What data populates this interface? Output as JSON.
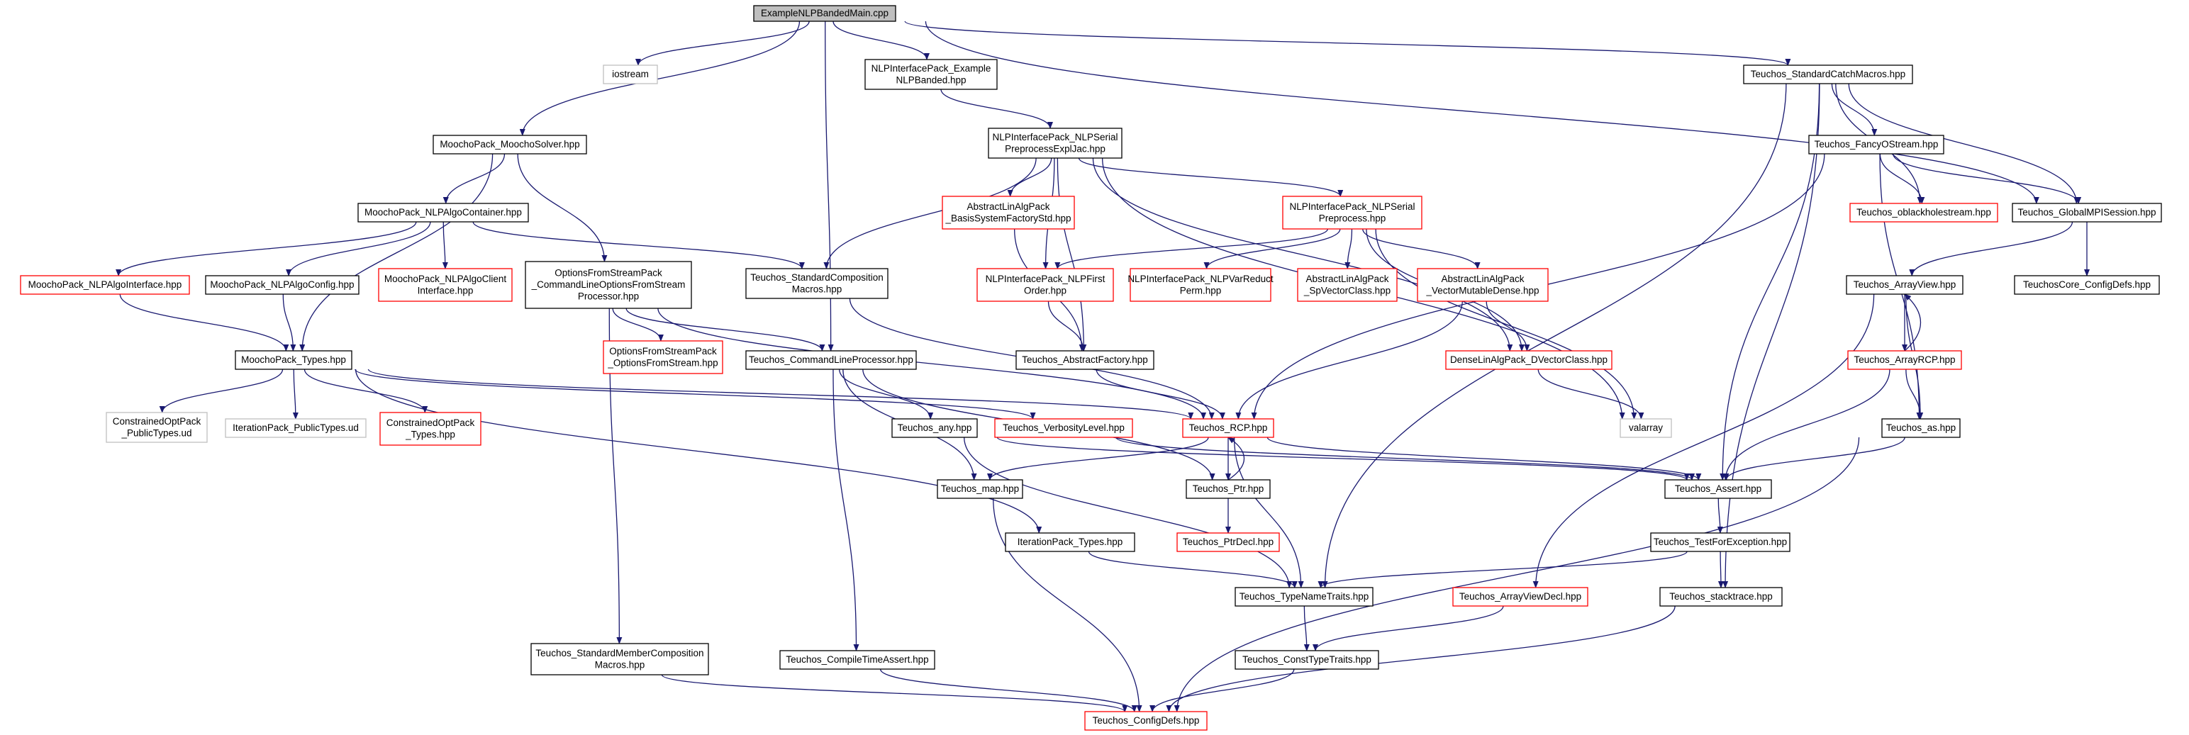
{
  "colors": {
    "edge": "#191970",
    "box_plain": "#000000",
    "box_red": "#ff0000",
    "box_gray": "#bfbfbf",
    "root_fill": "#bfbfbf"
  },
  "nodes": [
    {
      "id": "root",
      "style": "root",
      "lines": [
        "ExampleNLPBandedMain.cpp"
      ]
    },
    {
      "id": "iostream",
      "style": "gray",
      "lines": [
        "iostream"
      ]
    },
    {
      "id": "nlpif_example",
      "style": "plain",
      "lines": [
        "NLPInterfacePack_Example",
        "NLPBanded.hpp"
      ]
    },
    {
      "id": "std_catch",
      "style": "plain",
      "lines": [
        "Teuchos_StandardCatchMacros.hpp"
      ]
    },
    {
      "id": "moocho_solver",
      "style": "plain",
      "lines": [
        "MoochoPack_MoochoSolver.hpp"
      ]
    },
    {
      "id": "nlpif_serial_expl",
      "style": "plain",
      "lines": [
        "NLPInterfacePack_NLPSerial",
        "PreprocessExplJac.hpp"
      ]
    },
    {
      "id": "fancy_ostream",
      "style": "plain",
      "lines": [
        "Teuchos_FancyOStream.hpp"
      ]
    },
    {
      "id": "nlp_algo_container",
      "style": "plain",
      "lines": [
        "MoochoPack_NLPAlgoContainer.hpp"
      ]
    },
    {
      "id": "abslinalg_basis",
      "style": "red",
      "lines": [
        "AbstractLinAlgPack",
        "_BasisSystemFactoryStd.hpp"
      ]
    },
    {
      "id": "nlpif_serial_pre",
      "style": "red",
      "lines": [
        "NLPInterfacePack_NLPSerial",
        "Preprocess.hpp"
      ]
    },
    {
      "id": "oblackhole",
      "style": "red",
      "lines": [
        "Teuchos_oblackholestream.hpp"
      ]
    },
    {
      "id": "global_mpi",
      "style": "plain",
      "lines": [
        "Teuchos_GlobalMPISession.hpp"
      ]
    },
    {
      "id": "nlp_algo_interface",
      "style": "red",
      "lines": [
        "MoochoPack_NLPAlgoInterface.hpp"
      ]
    },
    {
      "id": "nlp_algo_config",
      "style": "plain",
      "lines": [
        "MoochoPack_NLPAlgoConfig.hpp"
      ]
    },
    {
      "id": "nlp_algo_client",
      "style": "red",
      "lines": [
        "MoochoPack_NLPAlgoClient",
        "Interface.hpp"
      ]
    },
    {
      "id": "ofs_cmdline",
      "style": "plain",
      "lines": [
        "OptionsFromStreamPack",
        "_CommandLineOptionsFromStream",
        "Processor.hpp"
      ]
    },
    {
      "id": "std_composition",
      "style": "plain",
      "lines": [
        "Teuchos_StandardComposition",
        "Macros.hpp"
      ]
    },
    {
      "id": "nlpif_first_order",
      "style": "red",
      "lines": [
        "NLPInterfacePack_NLPFirst",
        "Order.hpp"
      ]
    },
    {
      "id": "nlpif_var_reduct",
      "style": "red",
      "lines": [
        "NLPInterfacePack_NLPVarReduct",
        "Perm.hpp"
      ]
    },
    {
      "id": "abslinalg_sp",
      "style": "red",
      "lines": [
        "AbstractLinAlgPack",
        "_SpVectorClass.hpp"
      ]
    },
    {
      "id": "abslinalg_vmd",
      "style": "red",
      "lines": [
        "AbstractLinAlgPack",
        "_VectorMutableDense.hpp"
      ]
    },
    {
      "id": "array_view",
      "style": "plain",
      "lines": [
        "Teuchos_ArrayView.hpp"
      ]
    },
    {
      "id": "core_config",
      "style": "plain",
      "lines": [
        "TeuchosCore_ConfigDefs.hpp"
      ]
    },
    {
      "id": "moocho_types",
      "style": "plain",
      "lines": [
        "MoochoPack_Types.hpp"
      ]
    },
    {
      "id": "ofs_pack",
      "style": "red",
      "lines": [
        "OptionsFromStreamPack",
        "_OptionsFromStream.hpp"
      ]
    },
    {
      "id": "cmdline_proc",
      "style": "plain",
      "lines": [
        "Teuchos_CommandLineProcessor.hpp"
      ]
    },
    {
      "id": "abstract_factory",
      "style": "plain",
      "lines": [
        "Teuchos_AbstractFactory.hpp"
      ]
    },
    {
      "id": "dense_linalg",
      "style": "red",
      "lines": [
        "DenseLinAlgPack_DVectorClass.hpp"
      ]
    },
    {
      "id": "array_rcp",
      "style": "red",
      "lines": [
        "Teuchos_ArrayRCP.hpp"
      ]
    },
    {
      "id": "constrained_ud",
      "style": "gray",
      "lines": [
        "ConstrainedOptPack",
        "_PublicTypes.ud"
      ]
    },
    {
      "id": "iteration_ud",
      "style": "gray",
      "lines": [
        "IterationPack_PublicTypes.ud"
      ]
    },
    {
      "id": "constrained_types",
      "style": "red",
      "lines": [
        "ConstrainedOptPack",
        "_Types.hpp"
      ]
    },
    {
      "id": "any",
      "style": "plain",
      "lines": [
        "Teuchos_any.hpp"
      ]
    },
    {
      "id": "verbosity",
      "style": "red",
      "lines": [
        "Teuchos_VerbosityLevel.hpp"
      ]
    },
    {
      "id": "rcp",
      "style": "red",
      "lines": [
        "Teuchos_RCP.hpp"
      ]
    },
    {
      "id": "valarray",
      "style": "gray",
      "lines": [
        "valarray"
      ]
    },
    {
      "id": "as",
      "style": "plain",
      "lines": [
        "Teuchos_as.hpp"
      ]
    },
    {
      "id": "map",
      "style": "plain",
      "lines": [
        "Teuchos_map.hpp"
      ]
    },
    {
      "id": "ptr",
      "style": "plain",
      "lines": [
        "Teuchos_Ptr.hpp"
      ]
    },
    {
      "id": "assert",
      "style": "plain",
      "lines": [
        "Teuchos_Assert.hpp"
      ]
    },
    {
      "id": "ptr_decl",
      "style": "red",
      "lines": [
        "Teuchos_PtrDecl.hpp"
      ]
    },
    {
      "id": "iteration_types",
      "style": "plain",
      "lines": [
        "IterationPack_Types.hpp"
      ]
    },
    {
      "id": "test_for_exc",
      "style": "plain",
      "lines": [
        "Teuchos_TestForException.hpp"
      ]
    },
    {
      "id": "type_name_traits",
      "style": "plain",
      "lines": [
        "Teuchos_TypeNameTraits.hpp"
      ]
    },
    {
      "id": "array_view_decl",
      "style": "red",
      "lines": [
        "Teuchos_ArrayViewDecl.hpp"
      ]
    },
    {
      "id": "stacktrace",
      "style": "plain",
      "lines": [
        "Teuchos_stacktrace.hpp"
      ]
    },
    {
      "id": "std_member_comp",
      "style": "plain",
      "lines": [
        "Teuchos_StandardMemberComposition",
        "Macros.hpp"
      ]
    },
    {
      "id": "compile_time_assert",
      "style": "plain",
      "lines": [
        "Teuchos_CompileTimeAssert.hpp"
      ]
    },
    {
      "id": "const_type_traits",
      "style": "plain",
      "lines": [
        "Teuchos_ConstTypeTraits.hpp"
      ]
    },
    {
      "id": "config_defs",
      "style": "red",
      "lines": [
        "Teuchos_ConfigDefs.hpp"
      ]
    }
  ],
  "edges": [
    [
      "root",
      "iostream"
    ],
    [
      "root",
      "nlpif_example"
    ],
    [
      "root",
      "std_catch"
    ],
    [
      "root",
      "moocho_solver"
    ],
    [
      "root",
      "cmdline_proc"
    ],
    [
      "root",
      "global_mpi"
    ],
    [
      "nlpif_example",
      "nlpif_serial_expl"
    ],
    [
      "std_catch",
      "fancy_ostream"
    ],
    [
      "std_catch",
      "oblackhole"
    ],
    [
      "std_catch",
      "global_mpi"
    ],
    [
      "std_catch",
      "assert"
    ],
    [
      "std_catch",
      "type_name_traits"
    ],
    [
      "std_catch",
      "stacktrace"
    ],
    [
      "moocho_solver",
      "nlp_algo_container"
    ],
    [
      "moocho_solver",
      "ofs_cmdline"
    ],
    [
      "moocho_solver",
      "moocho_types"
    ],
    [
      "nlpif_serial_expl",
      "abslinalg_basis"
    ],
    [
      "nlpif_serial_expl",
      "nlpif_serial_pre"
    ],
    [
      "nlpif_serial_expl",
      "std_composition"
    ],
    [
      "nlpif_serial_expl",
      "nlpif_first_order"
    ],
    [
      "nlpif_serial_expl",
      "abstract_factory"
    ],
    [
      "nlpif_serial_expl",
      "dense_linalg"
    ],
    [
      "nlpif_serial_expl",
      "valarray"
    ],
    [
      "fancy_ostream",
      "oblackhole"
    ],
    [
      "fancy_ostream",
      "global_mpi"
    ],
    [
      "fancy_ostream",
      "rcp"
    ],
    [
      "fancy_ostream",
      "as"
    ],
    [
      "global_mpi",
      "array_view"
    ],
    [
      "global_mpi",
      "core_config"
    ],
    [
      "nlp_algo_container",
      "nlp_algo_interface"
    ],
    [
      "nlp_algo_container",
      "nlp_algo_config"
    ],
    [
      "nlp_algo_container",
      "nlp_algo_client"
    ],
    [
      "nlp_algo_container",
      "std_composition"
    ],
    [
      "abslinalg_basis",
      "abstract_factory"
    ],
    [
      "nlpif_serial_pre",
      "nlpif_first_order"
    ],
    [
      "nlpif_serial_pre",
      "nlpif_var_reduct"
    ],
    [
      "nlpif_serial_pre",
      "abslinalg_sp"
    ],
    [
      "nlpif_serial_pre",
      "abslinalg_vmd"
    ],
    [
      "nlpif_serial_pre",
      "dense_linalg"
    ],
    [
      "nlpif_serial_pre",
      "valarray"
    ],
    [
      "nlp_algo_interface",
      "moocho_types"
    ],
    [
      "nlp_algo_config",
      "moocho_types"
    ],
    [
      "ofs_cmdline",
      "ofs_pack"
    ],
    [
      "ofs_cmdline",
      "cmdline_proc"
    ],
    [
      "ofs_cmdline",
      "std_member_comp"
    ],
    [
      "ofs_cmdline",
      "rcp"
    ],
    [
      "std_composition",
      "rcp"
    ],
    [
      "nlpif_first_order",
      "abstract_factory"
    ],
    [
      "abslinalg_vmd",
      "dense_linalg"
    ],
    [
      "abslinalg_vmd",
      "rcp"
    ],
    [
      "array_view",
      "array_rcp"
    ],
    [
      "array_view",
      "as"
    ],
    [
      "array_view",
      "array_view_decl"
    ],
    [
      "moocho_types",
      "constrained_ud"
    ],
    [
      "moocho_types",
      "iteration_ud"
    ],
    [
      "moocho_types",
      "constrained_types"
    ],
    [
      "moocho_types",
      "verbosity"
    ],
    [
      "moocho_types",
      "rcp"
    ],
    [
      "moocho_types",
      "iteration_types"
    ],
    [
      "cmdline_proc",
      "any"
    ],
    [
      "cmdline_proc",
      "map"
    ],
    [
      "cmdline_proc",
      "ptr"
    ],
    [
      "cmdline_proc",
      "compile_time_assert"
    ],
    [
      "abstract_factory",
      "rcp"
    ],
    [
      "dense_linalg",
      "valarray"
    ],
    [
      "array_rcp",
      "array_view"
    ],
    [
      "array_rcp",
      "as"
    ],
    [
      "array_rcp",
      "assert"
    ],
    [
      "any",
      "assert"
    ],
    [
      "any",
      "type_name_traits"
    ],
    [
      "verbosity",
      "assert"
    ],
    [
      "rcp",
      "map"
    ],
    [
      "rcp",
      "ptr"
    ],
    [
      "rcp",
      "assert"
    ],
    [
      "rcp",
      "type_name_traits"
    ],
    [
      "as",
      "assert"
    ],
    [
      "as",
      "config_defs"
    ],
    [
      "map",
      "config_defs"
    ],
    [
      "ptr",
      "rcp"
    ],
    [
      "ptr",
      "ptr_decl"
    ],
    [
      "assert",
      "test_for_exc"
    ],
    [
      "iteration_types",
      "type_name_traits"
    ],
    [
      "test_for_exc",
      "type_name_traits"
    ],
    [
      "test_for_exc",
      "stacktrace"
    ],
    [
      "type_name_traits",
      "const_type_traits"
    ],
    [
      "array_view_decl",
      "const_type_traits"
    ],
    [
      "stacktrace",
      "config_defs"
    ],
    [
      "std_member_comp",
      "config_defs"
    ],
    [
      "compile_time_assert",
      "config_defs"
    ],
    [
      "const_type_traits",
      "config_defs"
    ]
  ]
}
